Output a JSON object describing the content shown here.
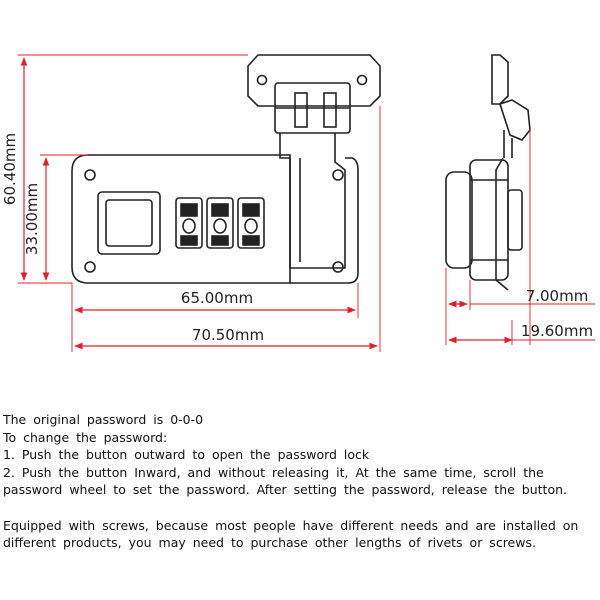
{
  "dimensions": {
    "total_height": "60.40mm",
    "body_height": "33.00mm",
    "body_width": "65.00mm",
    "total_width": "70.50mm",
    "side_depth": "7.00mm",
    "side_total_depth": "19.60mm"
  },
  "colors": {
    "dimension_line": "#e0202a",
    "outline": "#222222",
    "text": "#111111"
  },
  "notes": {
    "line1": "The original password is 0-0-0",
    "line2": "To change the password:",
    "line3": "1. Push the button outward to open the password lock",
    "line4": "2. Push the button Inward, and without releasing it, At the same time, scroll the",
    "line5": "password wheel to set the password. After setting the password, release the button.",
    "line6": "Equipped with screws, because most people have different needs and are installed on",
    "line7": "different products, you may need to purchase other lengths of rivets or screws."
  }
}
